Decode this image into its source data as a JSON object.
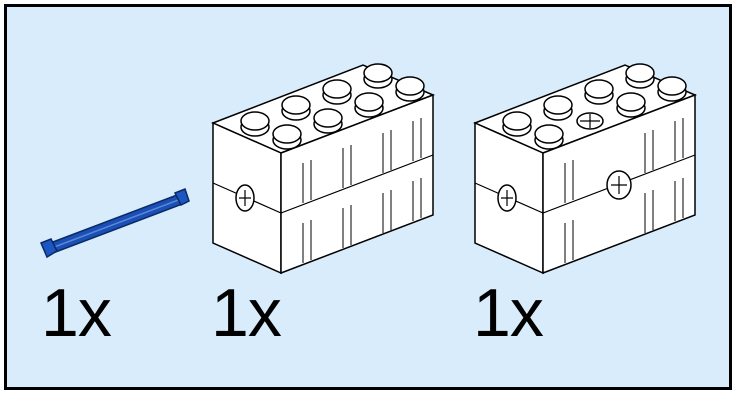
{
  "panel": {
    "background_color": "#d8ecfb",
    "border_color": "#000000"
  },
  "parts": [
    {
      "name": "blue-axle",
      "color": "#1a4fb5",
      "quantity_label": "1x"
    },
    {
      "name": "white-2x4-double-brick",
      "color": "#ffffff",
      "quantity_label": "1x"
    },
    {
      "name": "white-2x4-double-brick-with-axle-holes",
      "color": "#ffffff",
      "quantity_label": "1x"
    }
  ]
}
